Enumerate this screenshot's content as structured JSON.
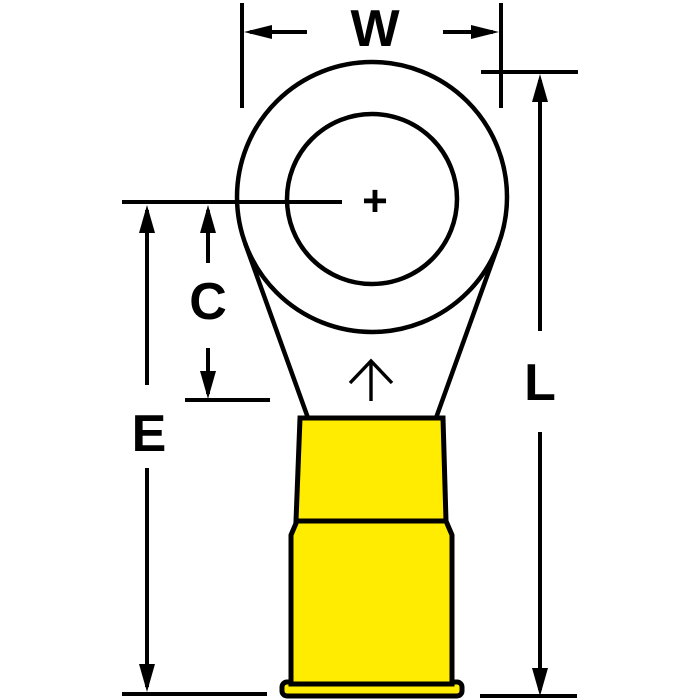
{
  "figure": {
    "type": "technical-dimension-drawing",
    "subject": "insulated ring terminal",
    "colors": {
      "line": "#000000",
      "insulation": "#ffec00",
      "background": "#ffffff"
    },
    "dimension_labels": {
      "w": "W",
      "c": "C",
      "e": "E",
      "l": "L"
    },
    "marks": {
      "hole_center": "+"
    }
  }
}
